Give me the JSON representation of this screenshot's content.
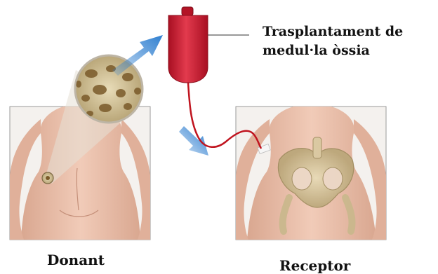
{
  "labels": {
    "title_line1": "Trasplantament de",
    "title_line2": "medul·la òssia",
    "donor": "Donant",
    "recipient": "Receptor"
  },
  "colors": {
    "blood_bag": "#c9182f",
    "tubing": "#c0141f",
    "arrow": "#2f7fd0",
    "skin": "#e9bca8",
    "bone": "#d8c9a0",
    "panel_border": "#9a9a9a"
  },
  "icons": {
    "bag": "blood-bag-icon",
    "arrow": "flow-arrow-icon",
    "magnifier": "bone-marrow-magnifier-icon"
  }
}
